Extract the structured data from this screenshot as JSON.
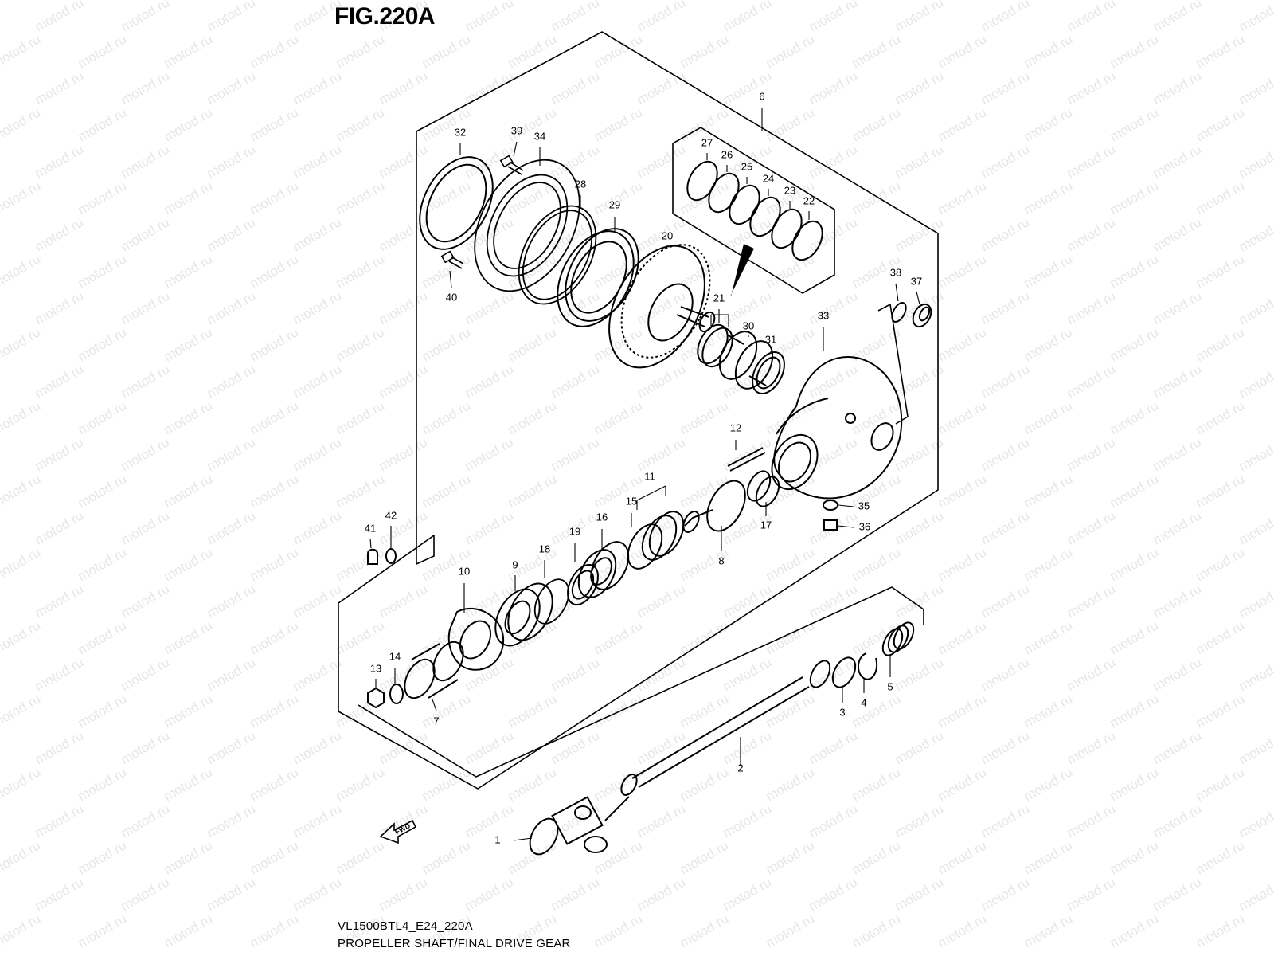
{
  "figure": {
    "title": "FIG.220A",
    "model_code": "VL1500BTL4_E24_220A",
    "section_name": "PROPELLER SHAFT/FINAL DRIVE GEAR",
    "watermark": "motod.ru",
    "direction_marker": "FWD"
  },
  "part_callouts": [
    "1",
    "2",
    "3",
    "4",
    "5",
    "6",
    "7",
    "8",
    "9",
    "10",
    "11",
    "12",
    "13",
    "14",
    "15",
    "16",
    "17",
    "18",
    "19",
    "20",
    "21",
    "22",
    "23",
    "24",
    "25",
    "26",
    "27",
    "28",
    "29",
    "30",
    "31",
    "32",
    "33",
    "34",
    "35",
    "36",
    "37",
    "38",
    "39",
    "40",
    "41",
    "42"
  ],
  "colors": {
    "ink": "#000000",
    "watermark": "#c8c8c8",
    "background": "#ffffff"
  }
}
